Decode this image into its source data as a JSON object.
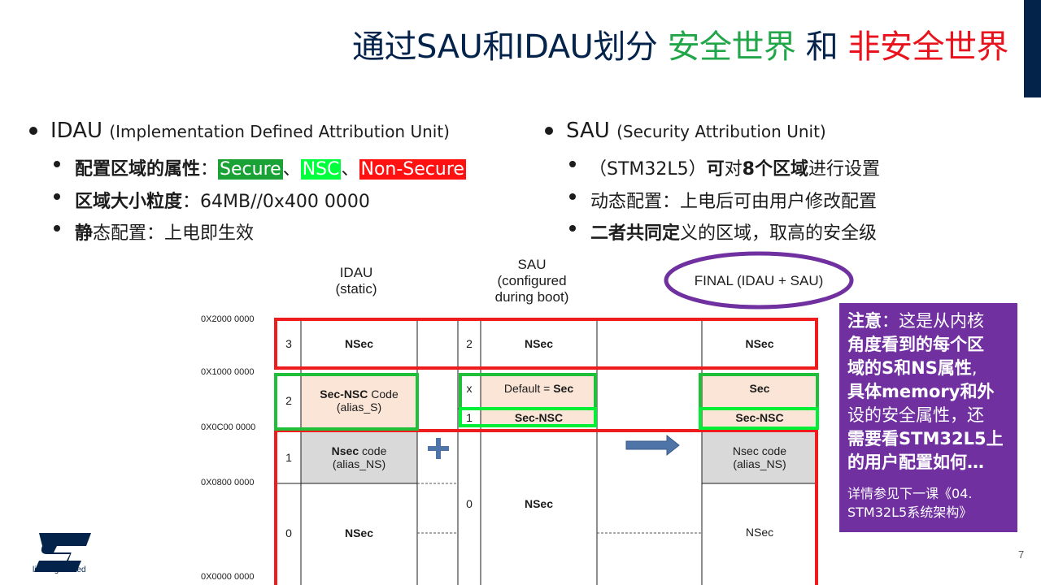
{
  "title": {
    "part1": "通过SAU和IDAU划分",
    "part2": "安全世界",
    "part3": "和",
    "part4": "非安全世界"
  },
  "left": {
    "heading": "IDAU",
    "heading_sub": "(Implementation Defined Attribution Unit)",
    "item1_label": "配置区域的属性",
    "item1_sep": "：",
    "item1_secure": "Secure",
    "item1_dun1": "、",
    "item1_nsc": "NSC",
    "item1_dun2": "、",
    "item1_nonsecure": "Non-Secure",
    "item2_label": "区域大小粒度",
    "item2_value": "：64MB//0x400 0000",
    "item3_label": "静",
    "item3_value": "态配置：上电即生效"
  },
  "right": {
    "heading": "SAU",
    "heading_sub": "(Security Attribution Unit)",
    "item1_a": "（STM32L5）",
    "item1_b": "可",
    "item1_c": "对",
    "item1_d": "8个区域",
    "item1_e": "进行设置",
    "item2": "动态配置：上电后可由用户修改配置",
    "item3_bold": "二者共同定",
    "item3_rest": "义的区域，取高的安全级"
  },
  "diagram": {
    "col_idau": [
      "IDAU",
      "(static)"
    ],
    "col_sau": [
      "SAU",
      "(configured",
      "during boot)"
    ],
    "col_final": "FINAL (IDAU + SAU)",
    "addresses": [
      "0X2000 0000",
      "0X1000 0000",
      "0X0C00 0000",
      "0X0800 0000",
      "0X0000 0000"
    ],
    "idau_rows": [
      {
        "num": "3",
        "label": "NSec"
      },
      {
        "num": "2",
        "label_bold": "Sec-NSC",
        "label_rest": " Code",
        "label2": "(alias_S)"
      },
      {
        "num": "1",
        "label_bold": "Nsec",
        "label_rest": " code",
        "label2": "(alias_NS)"
      },
      {
        "num": "0",
        "label": "NSec"
      }
    ],
    "sau_rows": [
      {
        "num": "2",
        "label": "NSec"
      },
      {
        "num": "x",
        "label_rest": "Default = ",
        "label_bold": "Sec"
      },
      {
        "num": "1",
        "label": "Sec-NSC"
      },
      {
        "num": "0",
        "label": "NSec"
      }
    ],
    "final_rows": [
      {
        "label": "NSec"
      },
      {
        "label": "Sec"
      },
      {
        "label": "Sec-NSC"
      },
      {
        "label": "Nsec code",
        "label2": "(alias_NS)"
      },
      {
        "label": "NSec"
      }
    ],
    "plus": "+"
  },
  "note": {
    "main": [
      {
        "b": "注意",
        "t": "：这是从内核"
      },
      {
        "b": "角度看到的每个区",
        "t": ""
      },
      {
        "b": "域的S和NS属性",
        "t": ","
      },
      {
        "b": "具体memory和外",
        "t": ""
      },
      {
        "b": "",
        "t": "设的安全属性，还"
      },
      {
        "b": "需要看STM32L5上",
        "t": ""
      },
      {
        "b": "的用户配置如何…",
        "t": ""
      }
    ],
    "sub1": "详情参见下一课《04.",
    "sub2": "STM32L5系统架构》"
  },
  "page_number": "7",
  "logo": {
    "tagline": "life.augmented"
  },
  "colors": {
    "navy": "#03234b",
    "green_text": "#22a64a",
    "red_text": "#e8131c",
    "red_frame": "#ee1c1c",
    "green_frame": "#1fbf3a",
    "purple": "#7030a0",
    "peach": "#fbe5d6",
    "gray_cell": "#d9d9d9",
    "arrow": "#4f74a8"
  }
}
